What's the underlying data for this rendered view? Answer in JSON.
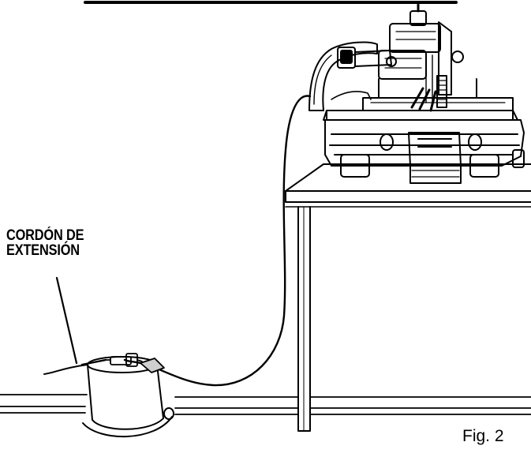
{
  "labels": {
    "cord_line1": "CORDÓN DE",
    "cord_line2": "EXTENSIÓN",
    "figure": "Fig. 2"
  },
  "colors": {
    "ink": "#000000",
    "paper": "#ffffff",
    "shade": "#cfcfcf"
  }
}
